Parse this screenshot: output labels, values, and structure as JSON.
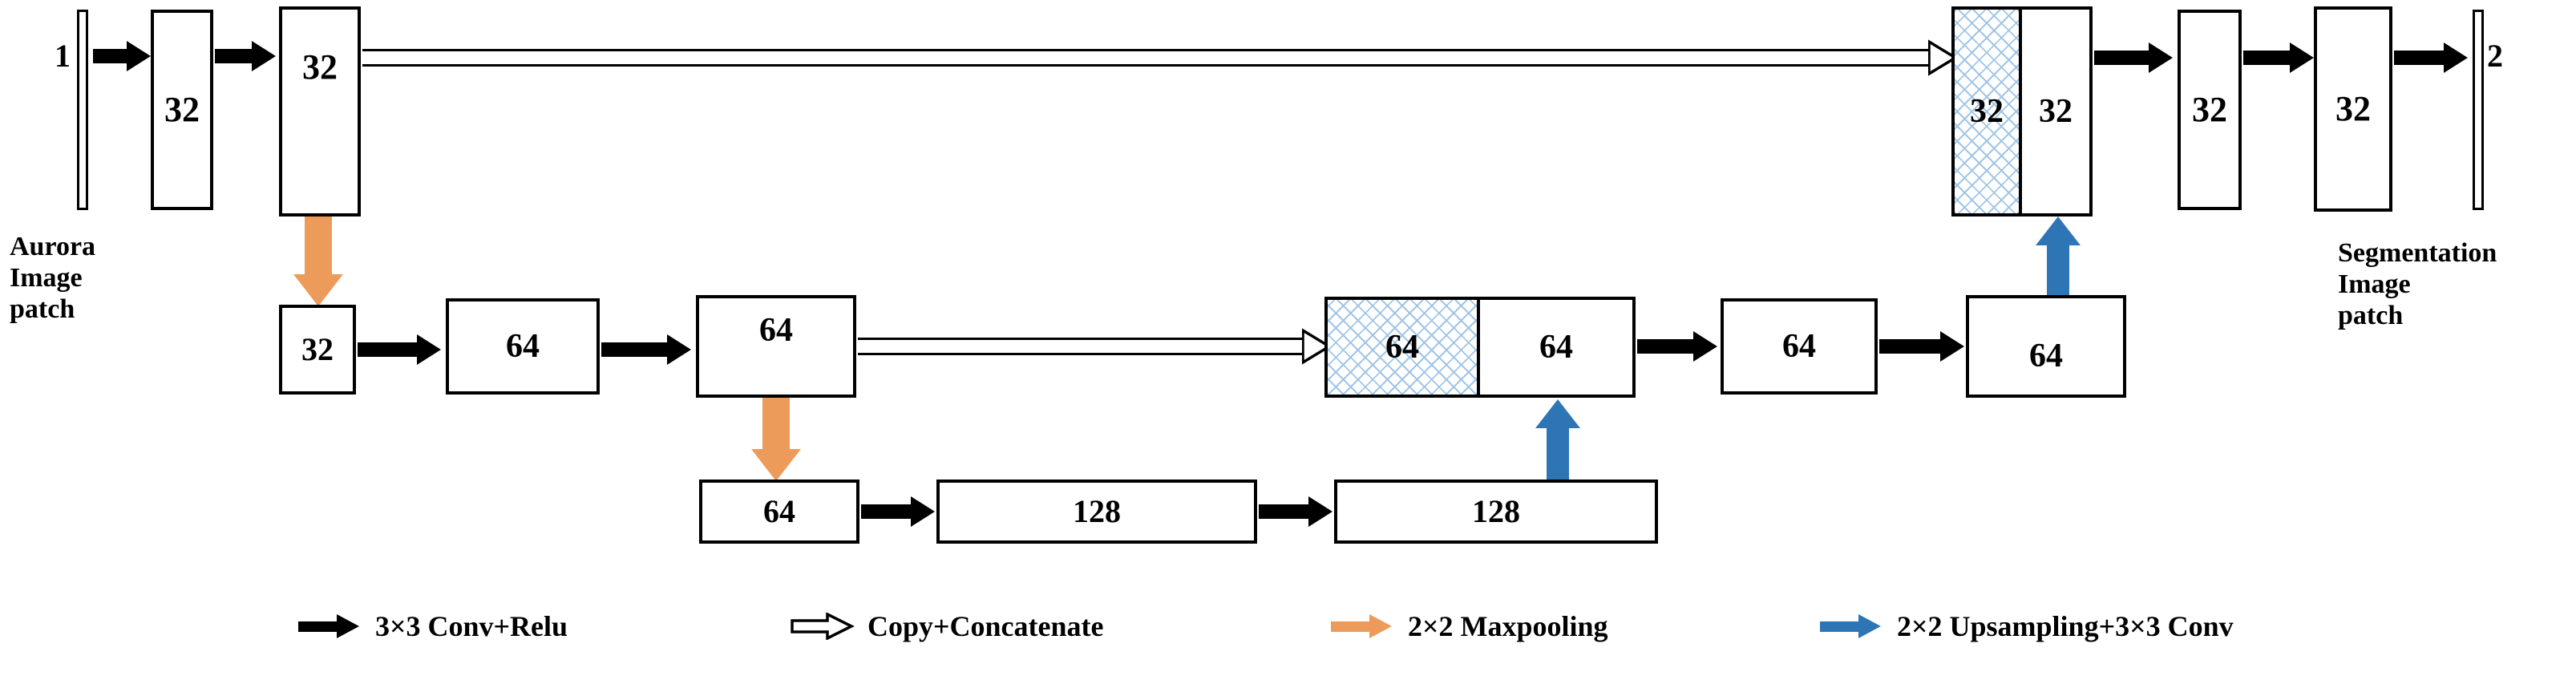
{
  "figure": {
    "type": "unet-architecture-diagram",
    "title": "U-Net style encoder-decoder for aurora image segmentation",
    "background_color": "#FFFFFF",
    "colors": {
      "stroke": "#000000",
      "conv_arrow": "#000000",
      "copy_arrow": "#FFFFFF",
      "maxpool_arrow": "#ED9B5B",
      "upsample_arrow": "#2E75B6",
      "concat_hatch": "#9DC3E6"
    }
  },
  "input": {
    "label": "1",
    "caption_line1": "Aurora",
    "caption_line2": "Image",
    "caption_line3": "patch"
  },
  "output": {
    "label": "2",
    "caption_line1": "Segmentation",
    "caption_line2": "Image",
    "caption_line3": "patch"
  },
  "levels": {
    "level1": {
      "name": "level-1-32-channels",
      "encoder": [
        {
          "label": "32"
        },
        {
          "label": "32"
        }
      ],
      "concat": {
        "skip_label": "32",
        "up_label": "32"
      },
      "decoder": [
        {
          "label": "32"
        },
        {
          "label": "32"
        }
      ]
    },
    "level2": {
      "name": "level-2-64-channels",
      "encoder": [
        {
          "label": "32"
        },
        {
          "label": "64"
        },
        {
          "label": "64"
        }
      ],
      "concat": {
        "skip_label": "64",
        "up_label": "64"
      },
      "decoder": [
        {
          "label": "64"
        },
        {
          "label": "64"
        }
      ]
    },
    "level3": {
      "name": "level-3-bottleneck-128-channels",
      "blocks": [
        {
          "label": "64"
        },
        {
          "label": "128"
        },
        {
          "label": "128"
        }
      ]
    }
  },
  "legend": {
    "items": [
      {
        "icon": "black-solid-right-arrow-icon",
        "label": "3×3 Conv+Relu",
        "color": "#000000"
      },
      {
        "icon": "hollow-outline-right-arrow-icon",
        "label": "Copy+Concatenate",
        "color": "#FFFFFF"
      },
      {
        "icon": "orange-solid-right-arrow-icon",
        "label": "2×2 Maxpooling",
        "color": "#ED9B5B"
      },
      {
        "icon": "blue-solid-right-arrow-icon",
        "label": "2×2 Upsampling+3×3 Conv",
        "color": "#2E75B6"
      }
    ]
  },
  "chart_data": {
    "type": "diagram",
    "title": "U-Net architecture for aurora image patch segmentation",
    "nodes": [
      {
        "id": "input",
        "label": "1",
        "row": 1,
        "kind": "input-slab"
      },
      {
        "id": "e1a",
        "label": "32",
        "row": 1,
        "kind": "feature-box"
      },
      {
        "id": "e1b",
        "label": "32",
        "row": 1,
        "kind": "feature-box"
      },
      {
        "id": "e2a",
        "label": "32",
        "row": 2,
        "kind": "feature-box"
      },
      {
        "id": "e2b",
        "label": "64",
        "row": 2,
        "kind": "feature-box"
      },
      {
        "id": "e2c",
        "label": "64",
        "row": 2,
        "kind": "feature-box"
      },
      {
        "id": "b3a",
        "label": "64",
        "row": 3,
        "kind": "feature-box"
      },
      {
        "id": "b3b",
        "label": "128",
        "row": 3,
        "kind": "feature-box"
      },
      {
        "id": "b3c",
        "label": "128",
        "row": 3,
        "kind": "feature-box"
      },
      {
        "id": "c2",
        "label": "64|64",
        "row": 2,
        "kind": "concat-box"
      },
      {
        "id": "d2a",
        "label": "64",
        "row": 2,
        "kind": "feature-box"
      },
      {
        "id": "d2b",
        "label": "64",
        "row": 2,
        "kind": "feature-box"
      },
      {
        "id": "c1",
        "label": "32|32",
        "row": 1,
        "kind": "concat-box"
      },
      {
        "id": "d1a",
        "label": "32",
        "row": 1,
        "kind": "feature-box"
      },
      {
        "id": "d1b",
        "label": "32",
        "row": 1,
        "kind": "feature-box"
      },
      {
        "id": "output",
        "label": "2",
        "row": 1,
        "kind": "output-slab"
      }
    ],
    "edges": [
      {
        "from": "input",
        "to": "e1a",
        "type": "conv"
      },
      {
        "from": "e1a",
        "to": "e1b",
        "type": "conv"
      },
      {
        "from": "e1b",
        "to": "c1",
        "type": "copy"
      },
      {
        "from": "e1b",
        "to": "e2a",
        "type": "maxpool"
      },
      {
        "from": "e2a",
        "to": "e2b",
        "type": "conv"
      },
      {
        "from": "e2b",
        "to": "e2c",
        "type": "conv"
      },
      {
        "from": "e2c",
        "to": "c2",
        "type": "copy"
      },
      {
        "from": "e2c",
        "to": "b3a",
        "type": "maxpool"
      },
      {
        "from": "b3a",
        "to": "b3b",
        "type": "conv"
      },
      {
        "from": "b3b",
        "to": "b3c",
        "type": "conv"
      },
      {
        "from": "b3c",
        "to": "c2",
        "type": "upsample"
      },
      {
        "from": "c2",
        "to": "d2a",
        "type": "conv"
      },
      {
        "from": "d2a",
        "to": "d2b",
        "type": "conv"
      },
      {
        "from": "d2b",
        "to": "c1",
        "type": "upsample"
      },
      {
        "from": "c1",
        "to": "d1a",
        "type": "conv"
      },
      {
        "from": "d1a",
        "to": "d1b",
        "type": "conv"
      },
      {
        "from": "d1b",
        "to": "output",
        "type": "conv"
      }
    ]
  }
}
